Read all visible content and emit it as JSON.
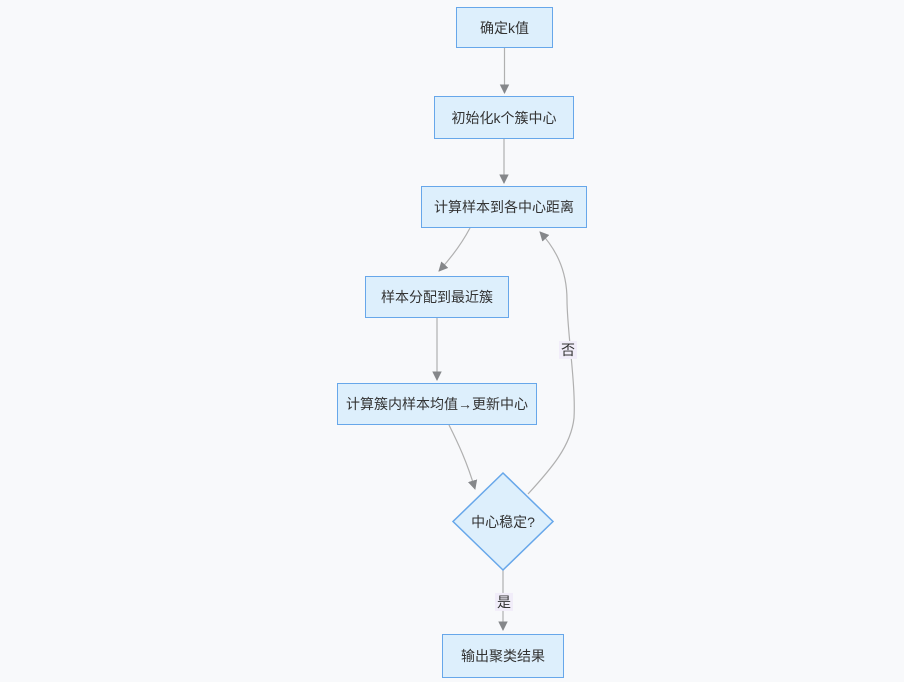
{
  "diagram": {
    "type": "flowchart",
    "direction": "top-down",
    "topic": "k-means clustering process",
    "nodes": [
      {
        "id": "determine_k",
        "shape": "rect",
        "label": "确定k值"
      },
      {
        "id": "init_centers",
        "shape": "rect",
        "label": "初始化k个簇中心"
      },
      {
        "id": "compute_dist",
        "shape": "rect",
        "label": "计算样本到各中心距离"
      },
      {
        "id": "assign_nearest",
        "shape": "rect",
        "label": "样本分配到最近簇"
      },
      {
        "id": "update_centers",
        "shape": "rect",
        "label": "计算簇内样本均值→更新中心"
      },
      {
        "id": "centers_stable",
        "shape": "diamond",
        "label": "中心稳定?"
      },
      {
        "id": "output_result",
        "shape": "rect",
        "label": "输出聚类结果"
      }
    ],
    "edges": [
      {
        "from": "determine_k",
        "to": "init_centers",
        "label": ""
      },
      {
        "from": "init_centers",
        "to": "compute_dist",
        "label": ""
      },
      {
        "from": "compute_dist",
        "to": "assign_nearest",
        "label": ""
      },
      {
        "from": "assign_nearest",
        "to": "update_centers",
        "label": ""
      },
      {
        "from": "update_centers",
        "to": "centers_stable",
        "label": ""
      },
      {
        "from": "centers_stable",
        "to": "compute_dist",
        "label": "否"
      },
      {
        "from": "centers_stable",
        "to": "output_result",
        "label": "是"
      }
    ],
    "colors": {
      "canvas_bg": "#f8f9fb",
      "node_fill": "#ddeffc",
      "node_border": "#67a7ea",
      "edge_line": "#b0b0b0",
      "arrowhead": "#85878a",
      "label_bg": "#f1edf9",
      "text": "#333333"
    }
  }
}
